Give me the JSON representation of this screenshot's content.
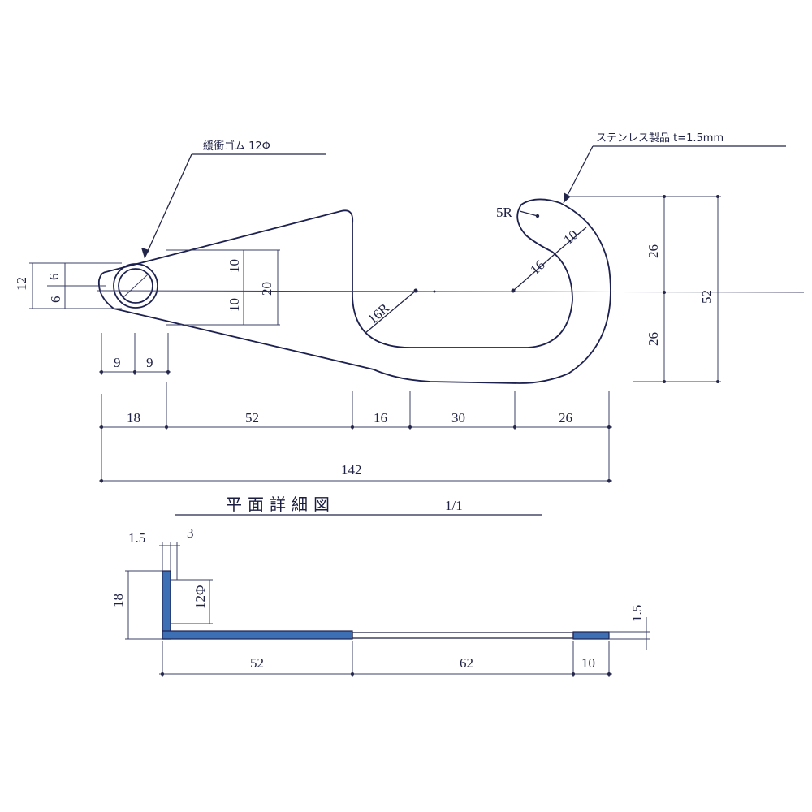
{
  "labels": {
    "rubber": "緩衝ゴム 12Φ",
    "material": "ステンレス製品 t=1.5mm",
    "title": "平面詳細図",
    "scale": "1/1"
  },
  "plan_dims": {
    "d12": "12",
    "d6a": "6",
    "d6b": "6",
    "d10a": "10",
    "d10b": "10",
    "d20": "20",
    "r16": "16R",
    "r5": "5R",
    "d16": "16",
    "d10c": "10",
    "d26a": "26",
    "d26b": "26",
    "d52v": "52",
    "d9a": "9",
    "d9b": "9",
    "d18": "18",
    "d52": "52",
    "d16h": "16",
    "d30": "30",
    "d26h": "26",
    "d142": "142"
  },
  "section_dims": {
    "t15": "1.5",
    "t3": "3",
    "h18": "18",
    "dia12": "12Φ",
    "r15": "1.5",
    "l52": "52",
    "l62": "62",
    "l10": "10"
  },
  "colors": {
    "line": "#23264a",
    "fill": "#3d6fb4"
  }
}
